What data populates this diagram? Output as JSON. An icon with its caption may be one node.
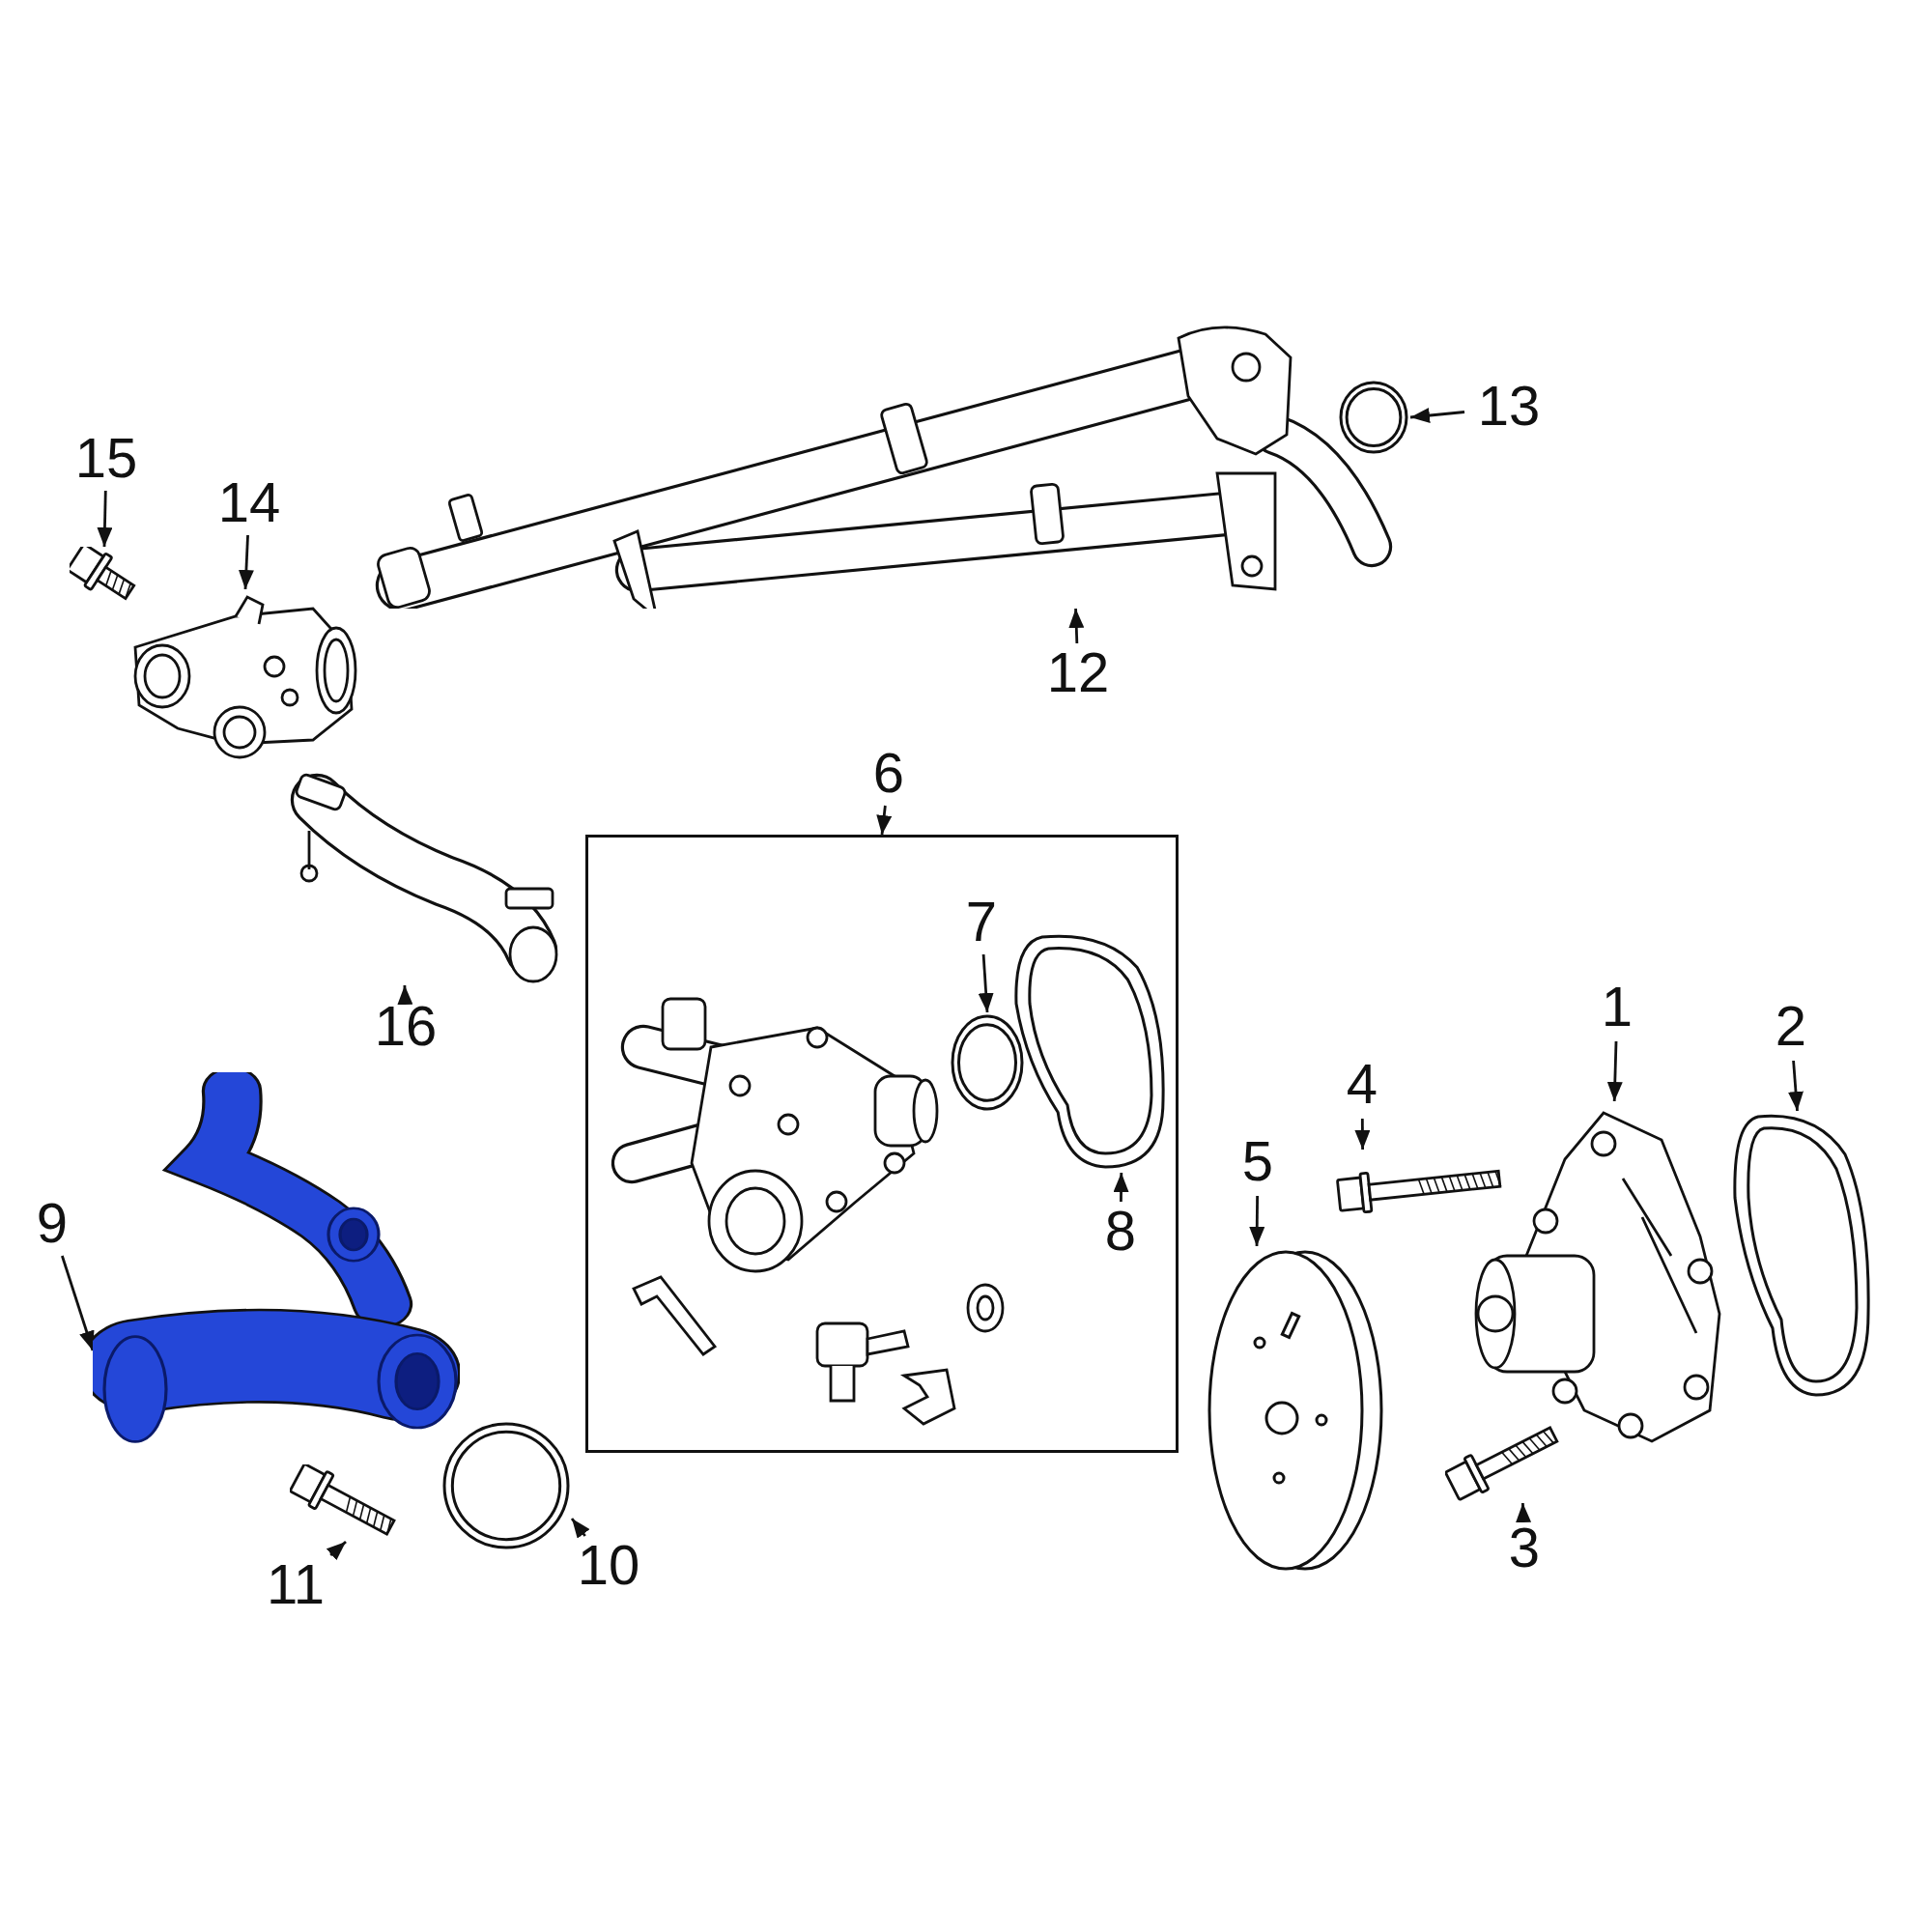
{
  "diagram": {
    "nodes": [
      {
        "text": [
          "15"
        ]
      },
      {
        "text": [],
        "shape": "picture"
      },
      {
        "text": [
          "14"
        ]
      },
      {
        "text": [],
        "shape": "picture"
      },
      {
        "text": [
          "13"
        ]
      },
      {
        "text": [],
        "shape": "picture"
      },
      {
        "text": [
          "12"
        ]
      },
      {
        "text": [],
        "shape": "picture"
      },
      {
        "text": [
          "16"
        ]
      },
      {
        "text": [],
        "shape": "picture"
      },
      {
        "text": [
          "6"
        ]
      },
      {
        "text": [],
        "shape": "box"
      },
      {
        "text": [
          "7"
        ],
        "in": 11
      },
      {
        "text": [],
        "shape": "picture",
        "in": 11
      },
      {
        "text": [
          "8"
        ],
        "in": 11
      },
      {
        "text": [],
        "shape": "picture",
        "in": 11
      },
      {
        "text": [
          "9"
        ]
      },
      {
        "text": [],
        "shape": "picture"
      },
      {
        "text": [
          "11"
        ]
      },
      {
        "text": [],
        "shape": "picture"
      },
      {
        "text": [
          "10"
        ]
      },
      {
        "text": [],
        "shape": "picture"
      },
      {
        "text": [
          "5"
        ]
      },
      {
        "text": [],
        "shape": "picture"
      },
      {
        "text": [
          "4"
        ]
      },
      {
        "text": [],
        "shape": "picture"
      },
      {
        "text": [
          "3"
        ]
      },
      {
        "text": [],
        "shape": "picture"
      },
      {
        "text": [
          "1"
        ]
      },
      {
        "text": [],
        "shape": "picture"
      },
      {
        "text": [
          "2"
        ]
      },
      {
        "text": [],
        "shape": "picture"
      }
    ],
    "edges": [
      {
        "from": 0,
        "to": 1,
        "arrow": "to"
      },
      {
        "from": 2,
        "to": 3,
        "arrow": "to"
      },
      {
        "from": 4,
        "to": 5,
        "arrow": "to"
      },
      {
        "from": 6,
        "to": 7,
        "arrow": "to"
      },
      {
        "from": 8,
        "to": 9,
        "arrow": "to"
      },
      {
        "from": 10,
        "to": 11,
        "arrow": "to"
      },
      {
        "from": 12,
        "to": 13,
        "arrow": "to"
      },
      {
        "from": 14,
        "to": 15,
        "arrow": "to"
      },
      {
        "from": 16,
        "to": 17,
        "arrow": "to"
      },
      {
        "from": 18,
        "to": 19,
        "arrow": "to"
      },
      {
        "from": 20,
        "to": 21,
        "arrow": "to"
      },
      {
        "from": 22,
        "to": 23,
        "arrow": "to"
      },
      {
        "from": 24,
        "to": 25,
        "arrow": "to"
      },
      {
        "from": 26,
        "to": 27,
        "arrow": "to"
      },
      {
        "from": 28,
        "to": 29,
        "arrow": "to"
      },
      {
        "from": 30,
        "to": 31,
        "arrow": "to"
      }
    ]
  }
}
